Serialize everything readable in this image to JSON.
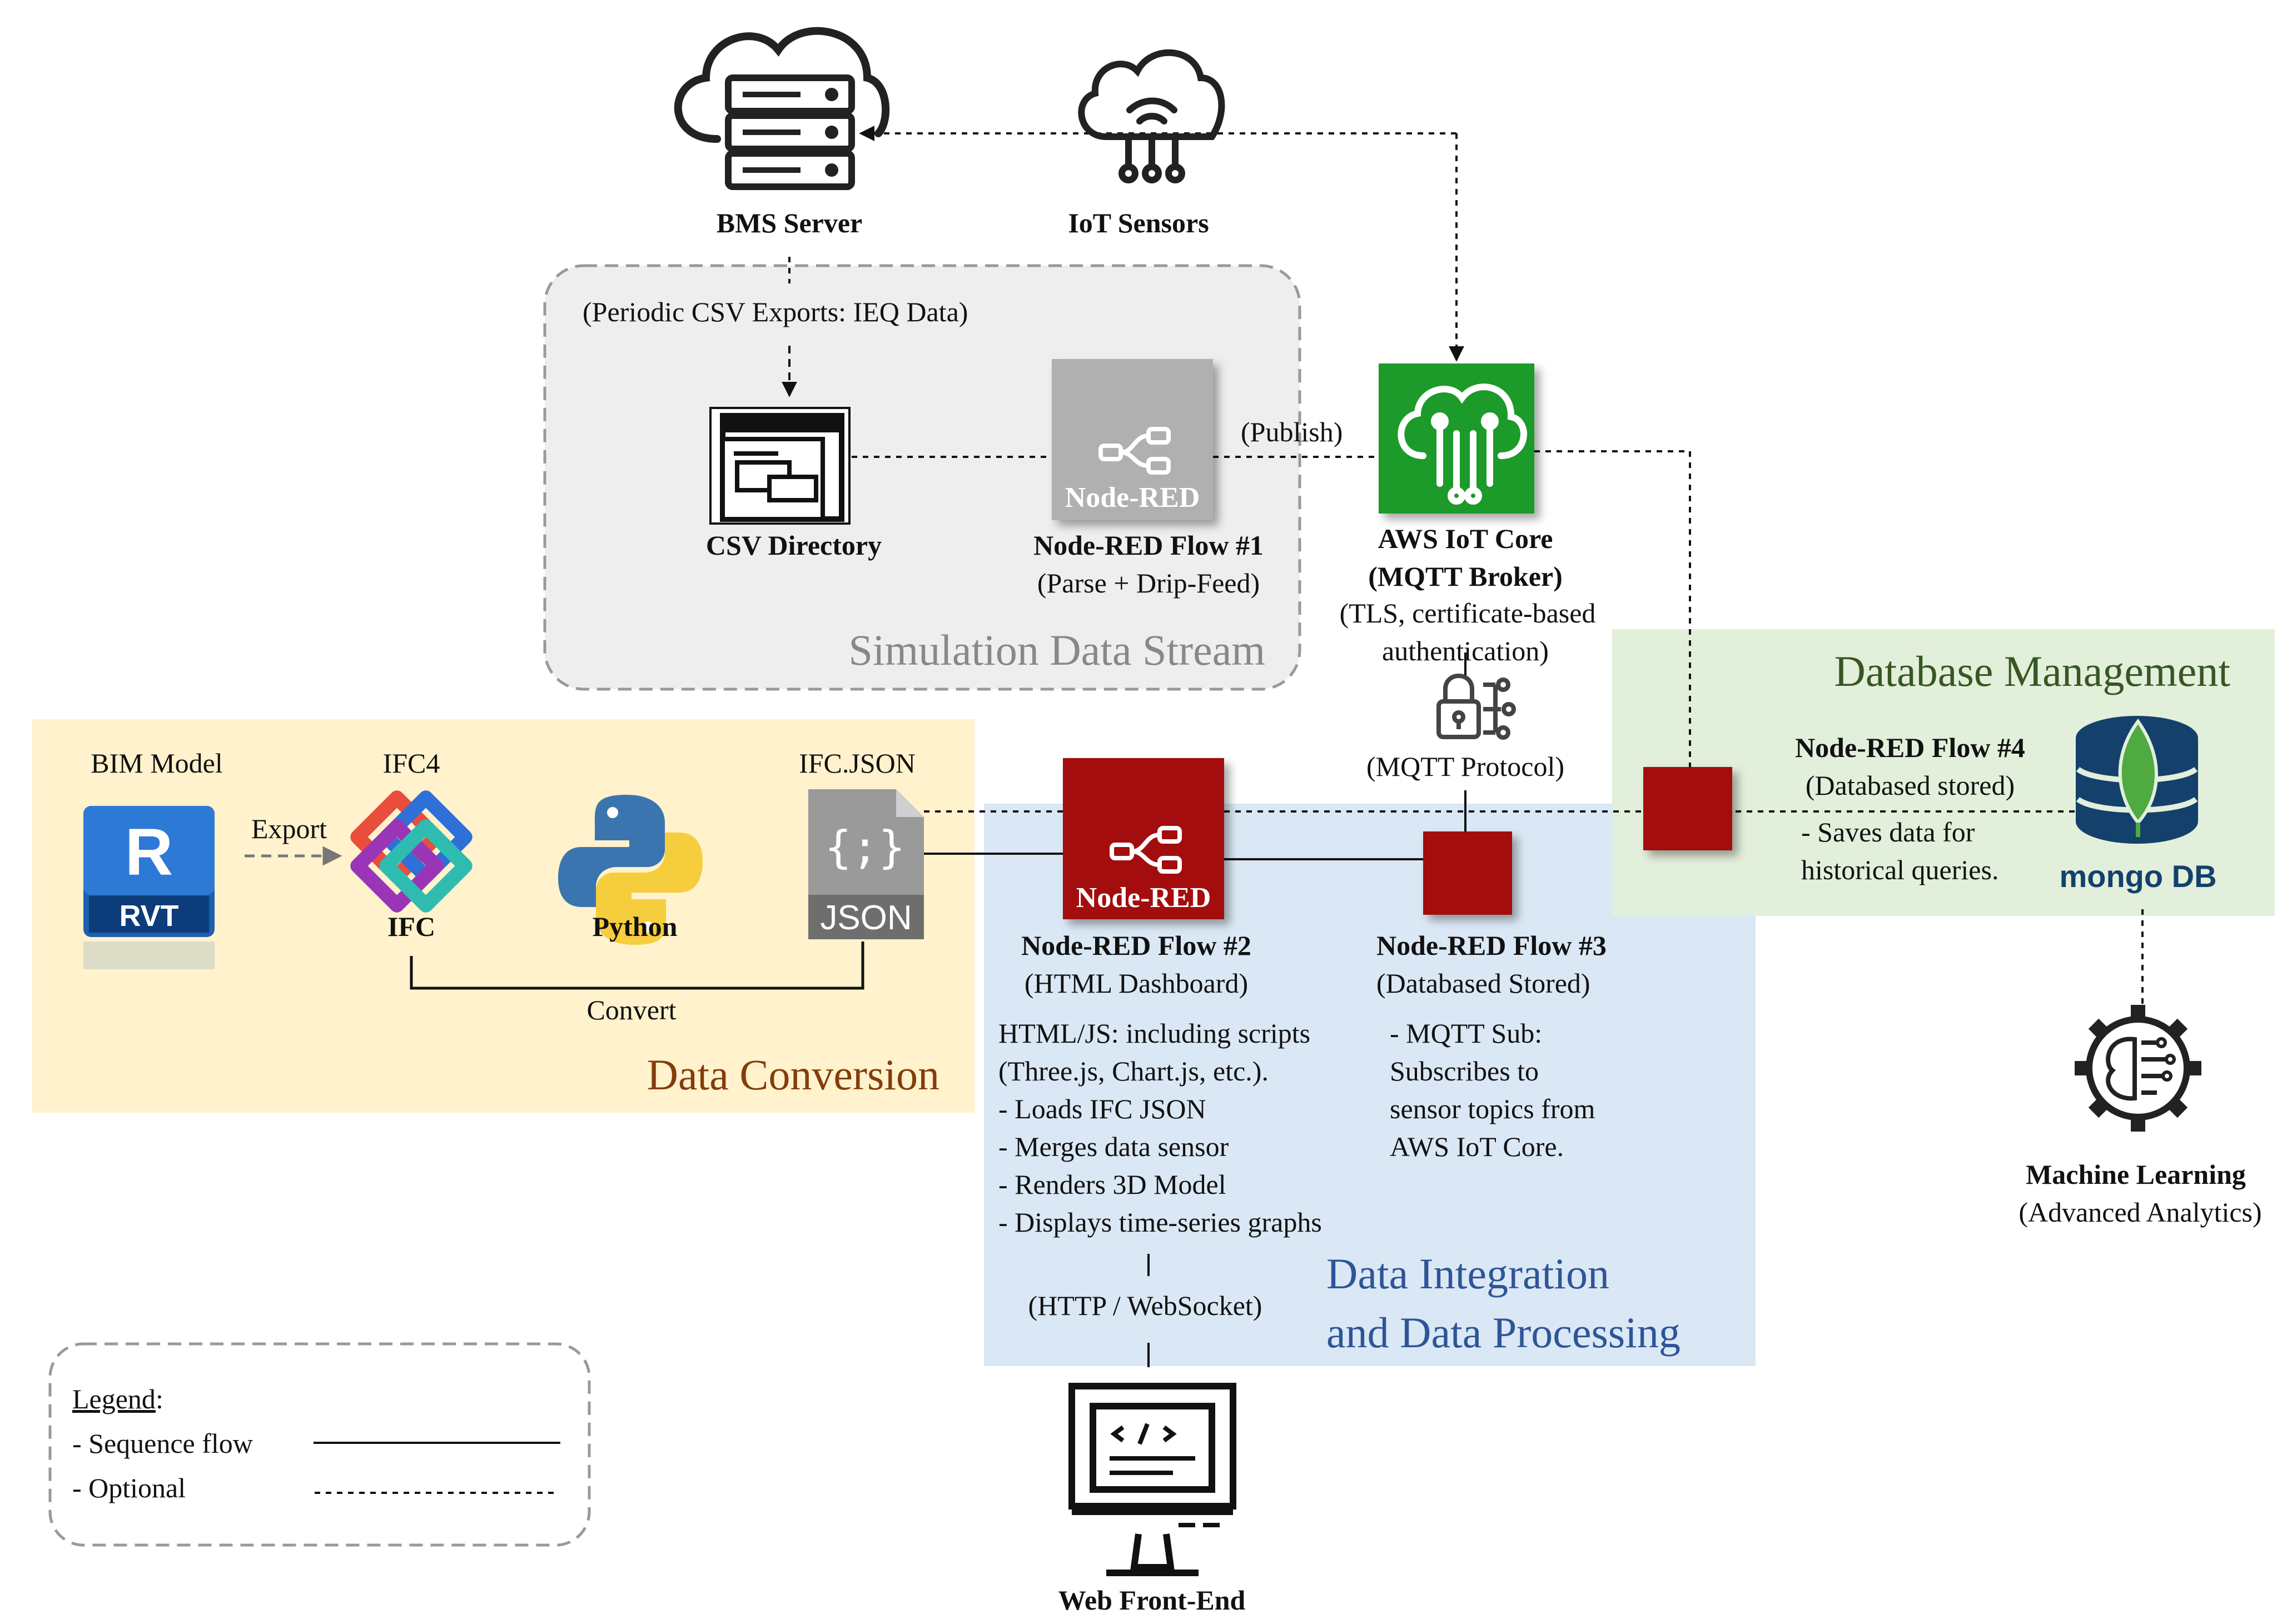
{
  "nodes": {
    "bms_server": "BMS Server",
    "iot_sensors": "IoT Sensors",
    "csv_export_note": "(Periodic CSV Exports: IEQ Data)",
    "csv_directory": "CSV Directory",
    "nodered_logo_text": "Node-RED",
    "flow1_title": "Node-RED Flow #1",
    "flow1_sub": "(Parse + Drip-Feed)",
    "publish": "(Publish)",
    "aws_title_1": "AWS IoT Core",
    "aws_title_2": "(MQTT Broker)",
    "aws_note_1": "(TLS, certificate-based",
    "aws_note_2": "authentication)",
    "mqtt_protocol": "(MQTT Protocol)",
    "bim_model": "BIM Model",
    "rvt_letter": "R",
    "rvt_text": "RVT",
    "export": "Export",
    "ifc4": "IFC4",
    "ifc": "IFC",
    "python": "Python",
    "ifc_json": "IFC.JSON",
    "json_glyph": "{;}",
    "json_text": "JSON",
    "convert": "Convert",
    "flow2_title": "Node-RED Flow #2",
    "flow2_sub": "(HTML Dashboard)",
    "flow2_desc": [
      "HTML/JS: including scripts",
      "(Three.js, Chart.js, etc.).",
      "- Loads IFC JSON",
      "- Merges data sensor",
      "- Renders 3D Model",
      "- Displays time-series  graphs"
    ],
    "flow3_title": "Node-RED Flow #3",
    "flow3_sub": "(Databased Stored)",
    "flow3_desc": [
      "- MQTT Sub:",
      "Subscribes to",
      "sensor topics from",
      "AWS IoT Core."
    ],
    "flow4_title": "Node-RED Flow #4",
    "flow4_sub": "(Databased stored)",
    "flow4_desc": [
      "- Saves data for",
      "historical queries."
    ],
    "mongo_text": "mongo DB",
    "http_websocket": "(HTTP / WebSocket)",
    "web_frontend": "Web Front-End",
    "ml_title": "Machine Learning",
    "ml_sub": "(Advanced Analytics)"
  },
  "panels": {
    "simulation": "Simulation  Data  Stream",
    "conversion": "Data Conversion",
    "integration_1": "Data Integration",
    "integration_2": "and Data Processing",
    "database": "Database  Management"
  },
  "legend": {
    "title": "Legend",
    "title_suffix": ":",
    "sequence": "- Sequence flow",
    "optional": "- Optional"
  },
  "colors": {
    "simulation_bg": "#eeeeee",
    "conversion_bg": "#fff2cc",
    "conversion_title": "#843c0c",
    "integration_bg": "#dae8f5",
    "integration_title": "#2e5597",
    "database_bg": "#e2efda",
    "database_title": "#375623",
    "nodered_red": "#a30d0d",
    "aws_green": "#1e9a2b",
    "mongo_green": "#4faa41",
    "mongo_blue": "#13416b",
    "rvt_blue": "#1d5fb0"
  },
  "icons": [
    "cloud-server-icon",
    "iot-cloud-icon",
    "folder-window-icon",
    "nodered-flow-icon",
    "aws-iot-icon",
    "lock-icon",
    "revit-icon",
    "ifc-logo-icon",
    "python-icon",
    "json-file-icon",
    "mongodb-icon",
    "brain-gear-icon",
    "monitor-code-icon"
  ]
}
